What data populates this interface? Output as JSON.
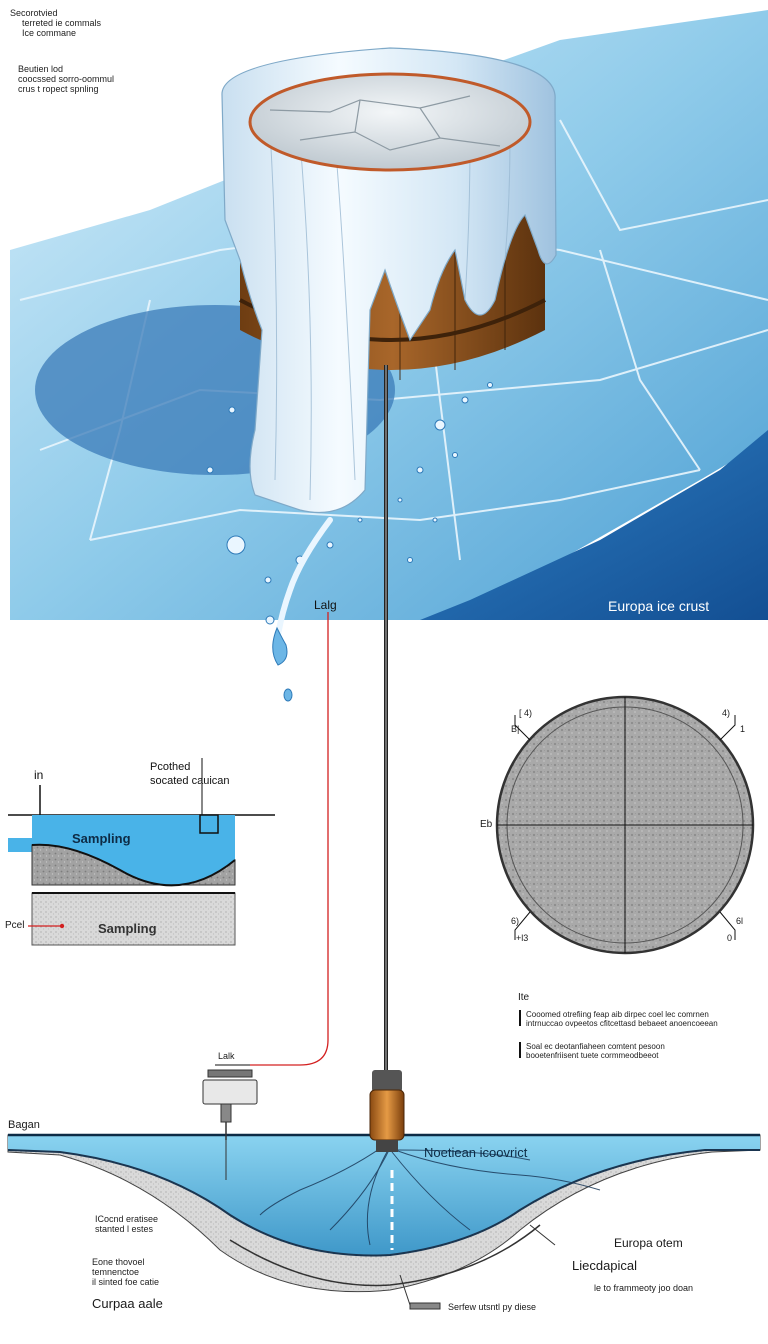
{
  "top_notes": {
    "line1": "Secorotvied",
    "line2": "terreted ie commals",
    "line3": "Ice commane",
    "line4": "Beutien lod",
    "line5": "coocssed sorro-oommul",
    "line6": "crus t ropect spnling"
  },
  "surface": {
    "caption": "Europa ice crust",
    "probe_label": "Lalg"
  },
  "sampling_panel": {
    "in_label": "in",
    "title_line1": "Pcothed",
    "title_line2": "socated cauican",
    "upper_label": "Sampling",
    "lower_label": "Sampling",
    "pointer_label": "Pcel"
  },
  "core_disc": {
    "tl1": "[ 4)",
    "tl2": "B|",
    "tr1": "4)",
    "tr2": "1",
    "left": "Eb",
    "bl1": "6)",
    "bl2": "+l3",
    "br1": "6l",
    "br2": "0"
  },
  "notes_block": {
    "heading": "Ite",
    "para1_line1": "Cooomed otrefiing feap aib dirpec coel lec comrnen",
    "para1_line2": "intrnuccao ovpeetos cfitcettasd bebaeet anoencoeean",
    "para2_line1": "Soal ec deotanfiaheen comtent pesoon",
    "para2_line2": "booetenfriisent tuete cormmeodbeeot"
  },
  "ocean_section": {
    "left_label": "Bagan",
    "lab_label": "Lalk",
    "ocean_label": "Noetiean icoovrict",
    "note_l1": "ICocnd eratisee",
    "note_l2": "stanted l estes",
    "note_l3": "Eone thovoel",
    "note_l4": "temnenctoe",
    "note_l5": "il sinted foe catie",
    "bottom_left": "Curpaa aale",
    "right1": "Europa otem",
    "right2": "Liecdapical",
    "right3": "le to frammeoty joo doan",
    "bottom_center": "Serfew utsntl py diese"
  },
  "colors": {
    "ice_blue": "#8cc8e8",
    "deep_blue": "#1f66b0",
    "wood": "#8a5320",
    "ocean": "#6fc1e6",
    "rock": "#9a9a9a",
    "copper": "#c87a2a",
    "wire_red": "#d32020"
  }
}
